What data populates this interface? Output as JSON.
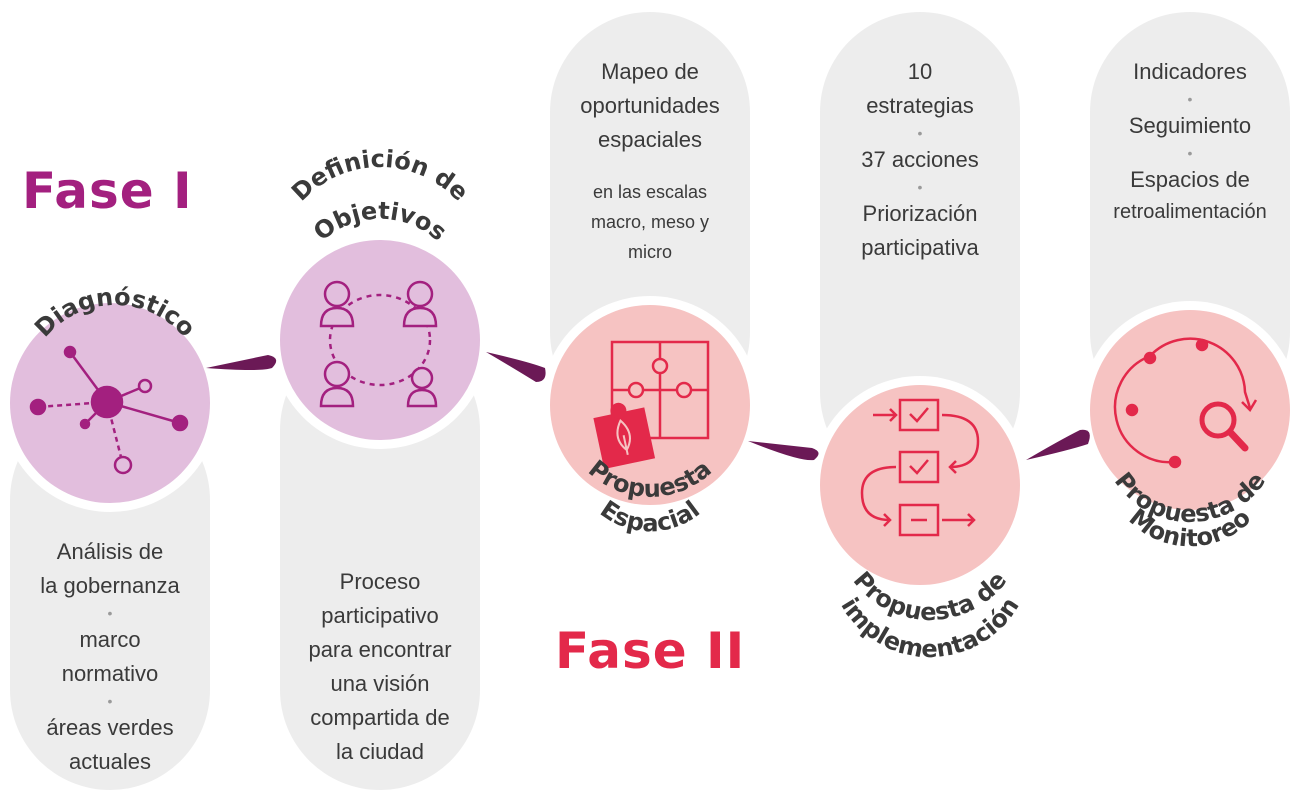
{
  "phases": {
    "phase1": "Fase I",
    "phase2": "Fase II"
  },
  "colors": {
    "purple": "#a3207f",
    "red": "#e3294a",
    "arrow": "#6b1956",
    "capsule": "#ededed"
  },
  "steps": [
    {
      "title_parts": [
        "Diagnóstico"
      ],
      "icon": "network-icon",
      "text": [
        "Análisis de",
        "la gobernanza",
        "•",
        "marco",
        "normativo",
        "•",
        "áreas verdes",
        "actuales"
      ]
    },
    {
      "title_parts": [
        "Definición de",
        "Objetivos"
      ],
      "icon": "people-circle-icon",
      "text": [
        "Proceso",
        "participativo",
        "para encontrar",
        "una visión",
        "compartida de",
        "la ciudad"
      ]
    },
    {
      "title_parts": [
        "Propuesta",
        "Espacial"
      ],
      "icon": "puzzle-icon",
      "text": [
        "Mapeo de",
        "oportunidades",
        "espaciales",
        "en las escalas",
        "macro, meso y",
        "micro"
      ]
    },
    {
      "title_parts": [
        "Propuesta de",
        "implementación"
      ],
      "icon": "checklist-icon",
      "text": [
        "10",
        "estrategias",
        "•",
        "37 acciones",
        "•",
        "Priorización",
        "participativa"
      ]
    },
    {
      "title_parts": [
        "Propuesta de",
        "Monitoreo"
      ],
      "icon": "monitoring-icon",
      "text": [
        "Indicadores",
        "•",
        "Seguimiento",
        "•",
        "Espacios de",
        "retroalimentación"
      ]
    }
  ]
}
